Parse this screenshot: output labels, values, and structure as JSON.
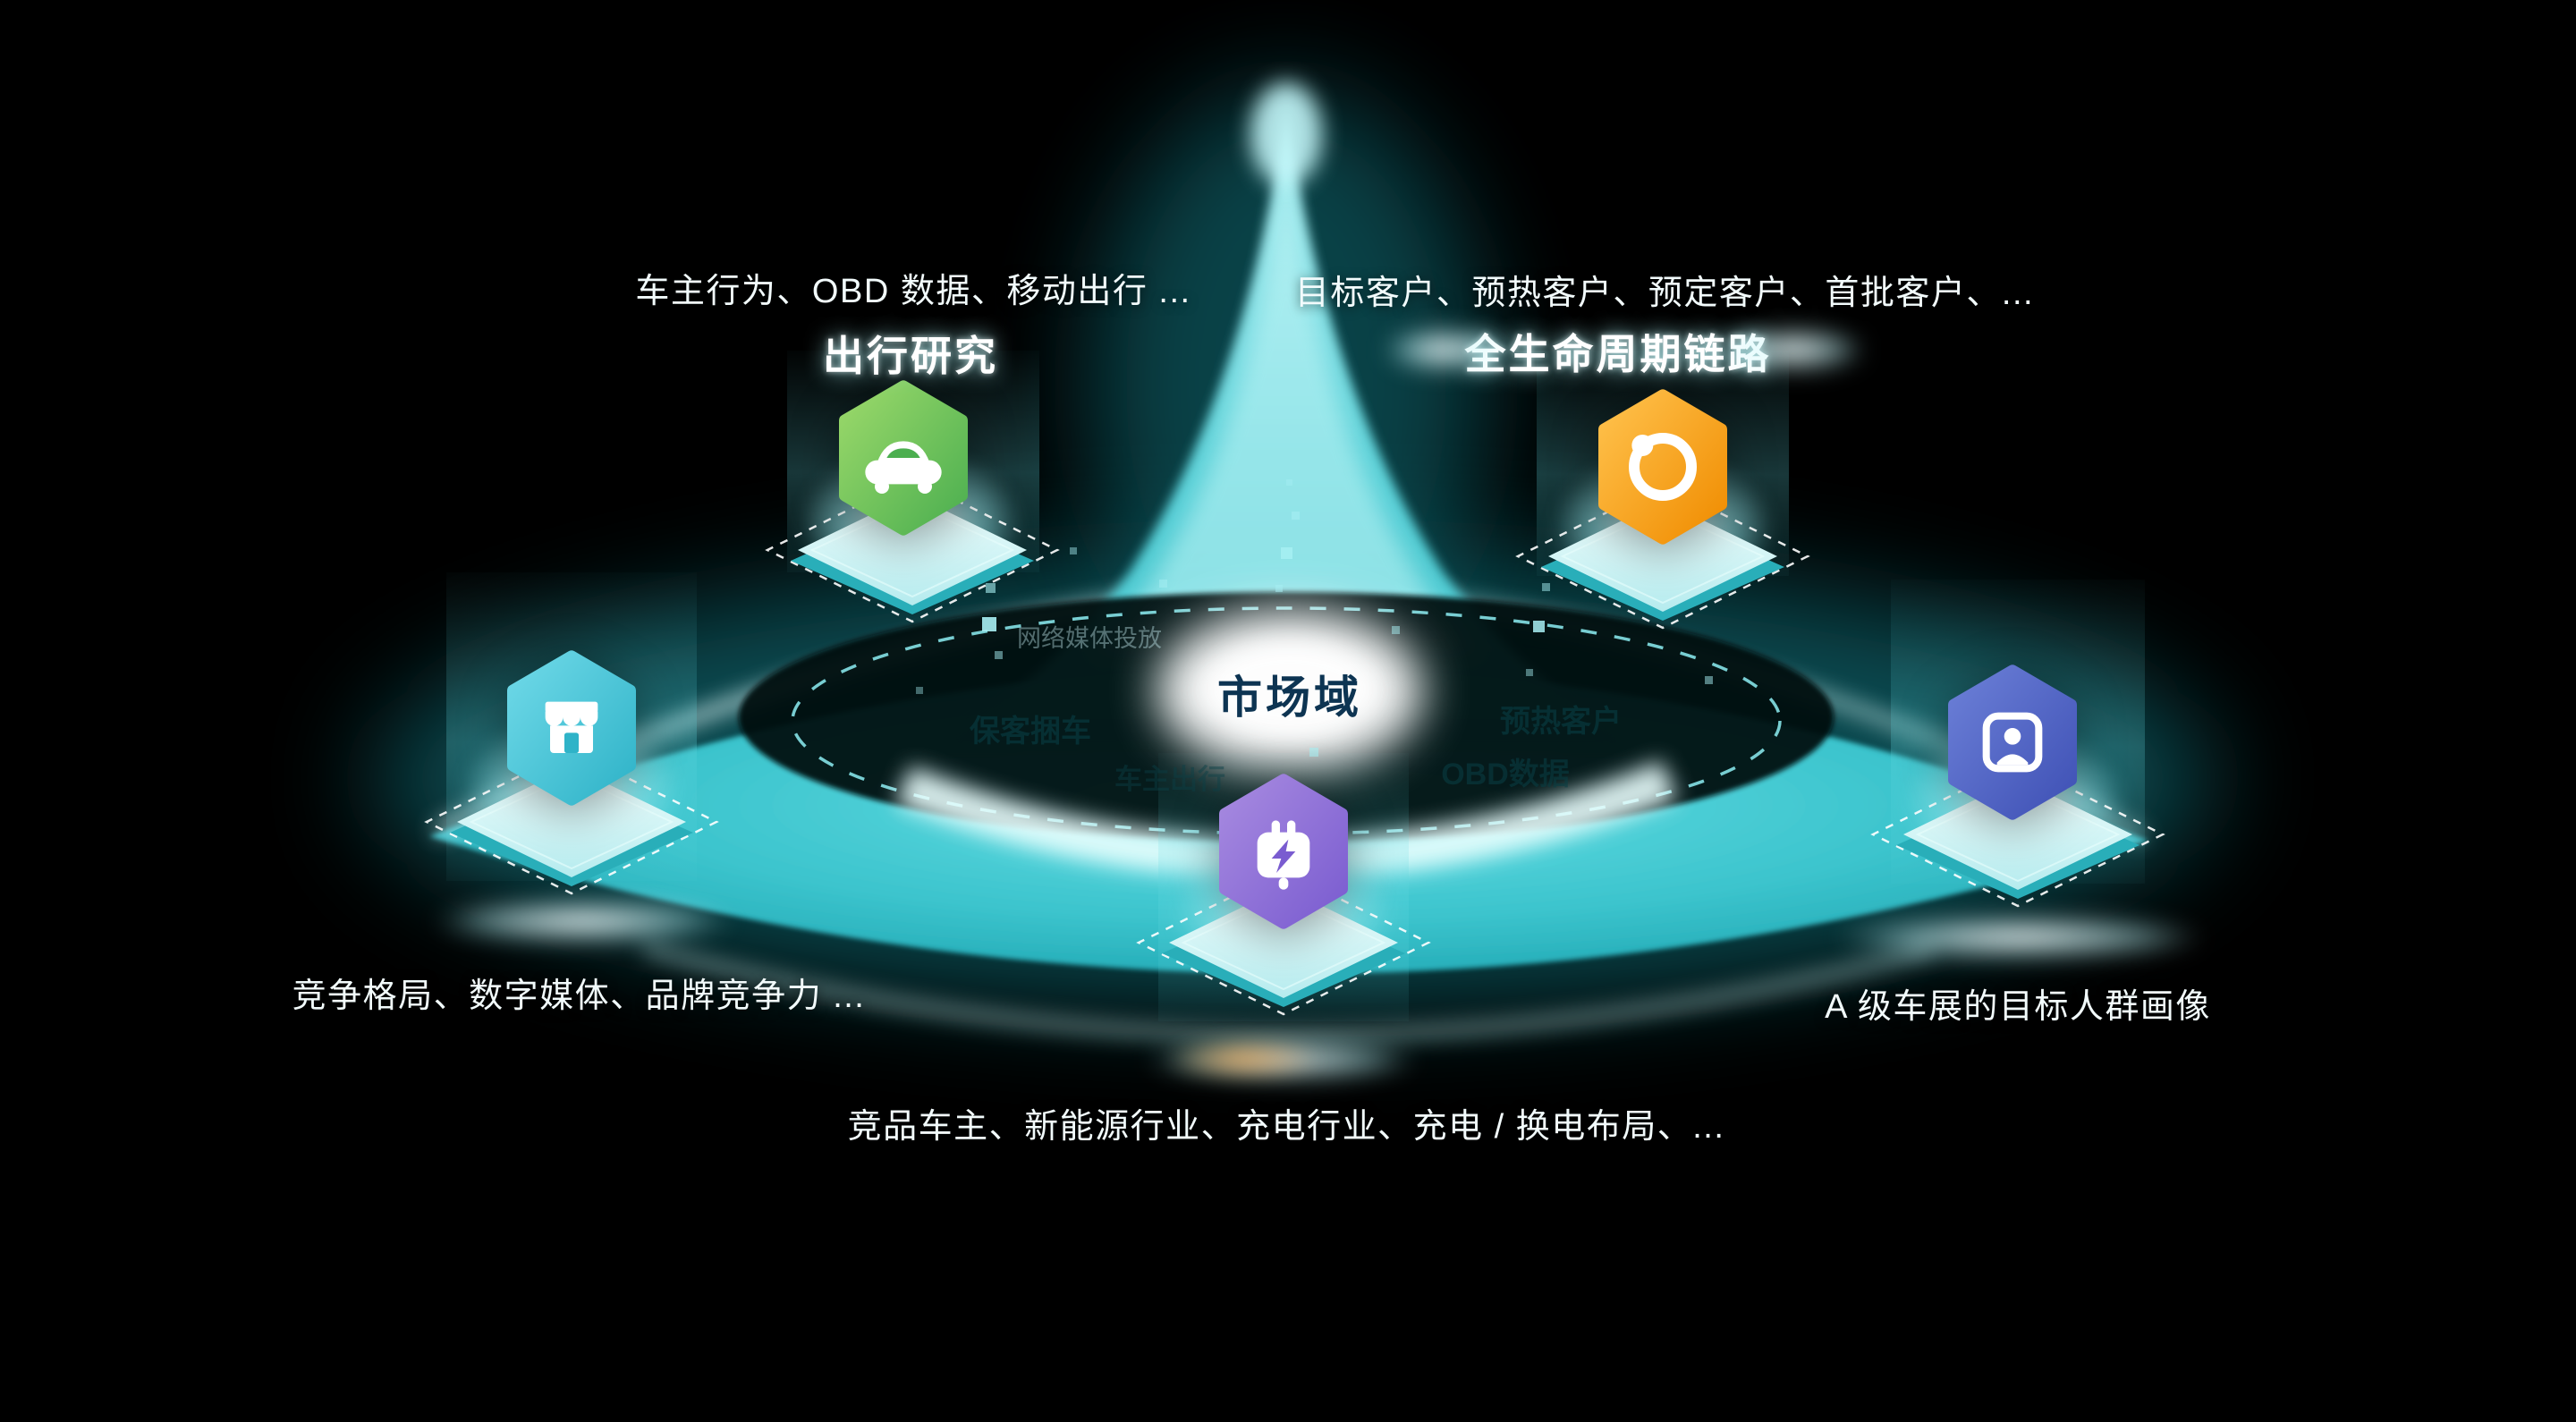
{
  "diagram": {
    "center_label": "市场域",
    "floating_keywords": [
      {
        "text": "网络媒体投放"
      },
      {
        "text": "保客捆车"
      },
      {
        "text": "预热客户"
      },
      {
        "text": "OBD数据"
      },
      {
        "text": "车主出行"
      }
    ],
    "nodes": {
      "travel": {
        "title": "出行研究",
        "description": "车主行为、OBD 数据、移动出行 ...",
        "icon": "car-icon",
        "color_light": "#9bd96a",
        "color_dark": "#4caf50"
      },
      "lifecycle": {
        "title": "全生命周期链路",
        "description": "目标客户、预热客户、预定客户、首批客户、...",
        "icon": "orbit-icon",
        "color_light": "#ffc24d",
        "color_dark": "#f08c00"
      },
      "competition": {
        "title": "",
        "description": "竞争格局、数字媒体、品牌竞争力 ...",
        "icon": "storefront-icon",
        "color_light": "#6fd9e8",
        "color_dark": "#2fb3c8"
      },
      "charging": {
        "title": "",
        "description": "竞品车主、新能源行业、充电行业、充电 / 换电布局、...",
        "icon": "charging-plug-icon",
        "color_light": "#a78ae0",
        "color_dark": "#7a5cd0"
      },
      "audience": {
        "title": "",
        "description": "A 级车展的目标人群画像",
        "icon": "person-icon",
        "color_light": "#6b7fd7",
        "color_dark": "#3f51b5"
      }
    },
    "colors": {
      "funnel_teal": "#3cc4cd",
      "background": "#000000"
    }
  }
}
